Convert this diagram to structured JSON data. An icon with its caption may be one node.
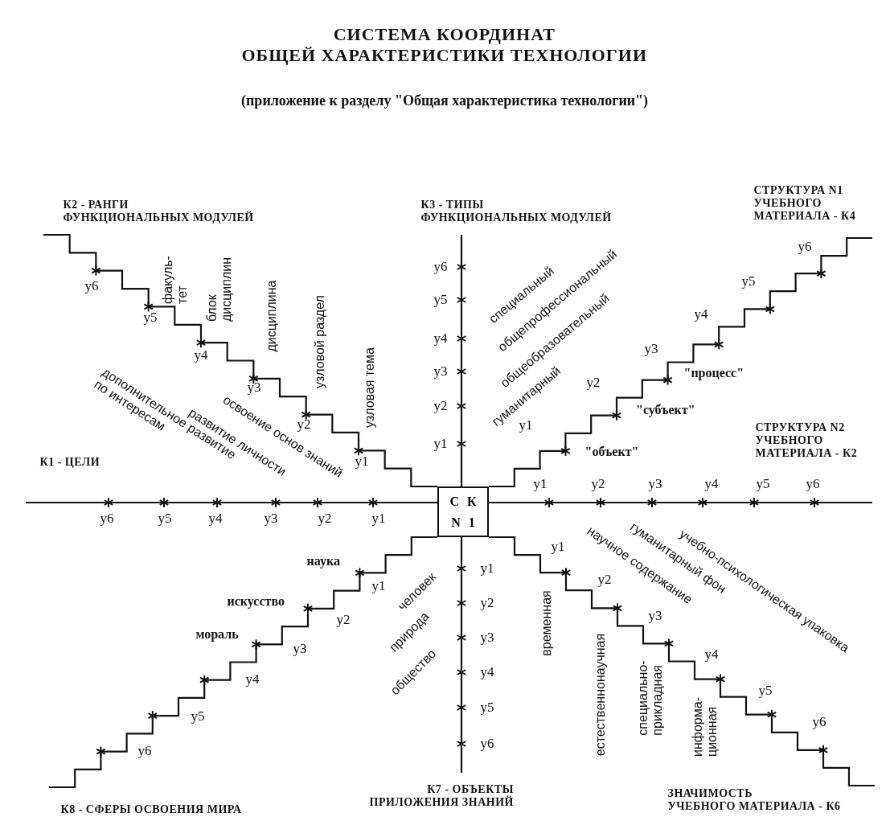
{
  "diagram": {
    "title": "СИСТЕМА КООРДИНАТ ОБЩЕЙ ХАРАКТЕРИСТИКИ ТЕХНОЛОГИИ",
    "nodes": [
      {
        "text": [
          "С К N 1"
        ]
      }
    ],
    "labels": [
      "(приложение к разделу \"Общая характеристика технологии\")",
      "К2 - РАНГИ ФУНКЦИОНАЛЬНЫХ МОДУЛЕЙ",
      "К3 - ТИПЫ ФУНКЦИОНАЛЬНЫХ МОДУЛЕЙ",
      "СТРУКТУРА N1 УЧЕБНОГО МАТЕРИАЛА - К4",
      "у6",
      "у5",
      "у4",
      "у3",
      "у2",
      "у1",
      "факуль- тет",
      "блок дисциплин",
      "дисциплина",
      "узловой раздел",
      "узловая тема",
      "у6",
      "у5",
      "у4",
      "у3",
      "у2",
      "у1",
      "специальный",
      "общепрофессиональный",
      "общеобразовательный",
      "гуманитарный",
      "у6",
      "у5",
      "у4",
      "у3",
      "у2",
      "у1",
      "\"процесс\"",
      "\"субъект\"",
      "\"объект\"",
      "К1 - ЦЕЛИ",
      "дополнительное развитие по интересам",
      "развитие личности",
      "освоение основ знаний",
      "у6",
      "у5",
      "у4",
      "у3",
      "у2",
      "у1",
      "СТРУКТУРА N2 УЧЕБНОГО МАТЕРИАЛА - К2",
      "у1",
      "у2",
      "у3",
      "у4",
      "у5",
      "у6",
      "научное содержание",
      "гуманитарный фон",
      "учебно-психологическая упаковка",
      "наука",
      "искусство",
      "мораль",
      "у1",
      "у2",
      "у3",
      "у4",
      "у5",
      "у6",
      "человек",
      "природа",
      "общество",
      "у1",
      "у2",
      "у3",
      "у4",
      "у5",
      "у6",
      "временная",
      "естественнонаучная",
      "специально- прикладная",
      "информа- ционная",
      "у1",
      "у2",
      "у3",
      "у4",
      "у5",
      "у6",
      "К8 - СФЕРЫ ОСВОЕНИЯ МИРА",
      "К7 - ОБЪЕКТЫ ПРИЛОЖЕНИЯ ЗНАНИЙ",
      "ЗНАЧИМОСТЬ УЧЕБНОГО МАТЕРИАЛА - К6"
    ]
  }
}
